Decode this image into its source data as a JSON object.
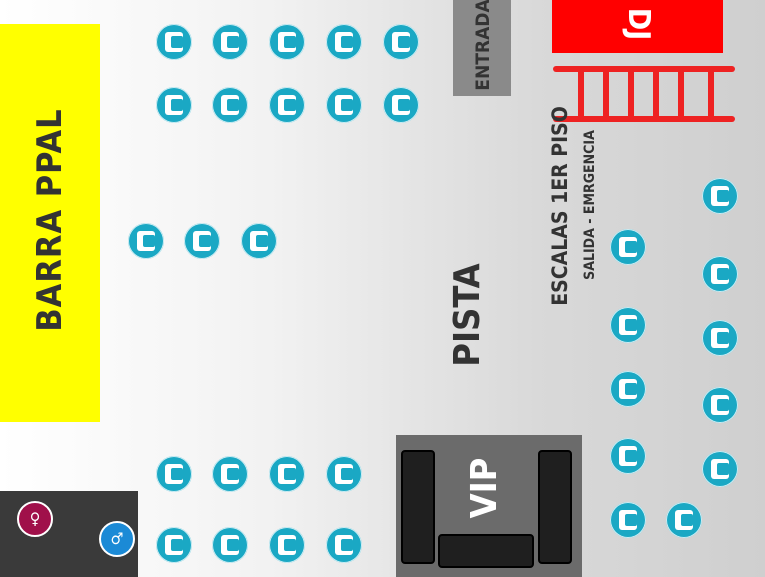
{
  "labels": {
    "barra": "BARRA PPAL",
    "entrada": "ENTRADA",
    "dj": "DJ",
    "escalas": "ESCALAS 1ER PISO",
    "salida": "SALIDA - EMRGENCIA",
    "pista": "PISTA",
    "vip": "VIP"
  },
  "colors": {
    "barra": "#ffff00",
    "dj": "#ff0000",
    "stairs": "#ee2222",
    "table": "#1aa8c4",
    "entrada": "#8a8a8a",
    "vip": "#6b6b6b",
    "women_restroom": "#a0104a",
    "men_restroom": "#1b8ad6"
  },
  "icons": {
    "table": "table-icon",
    "women_restroom": "women-restroom-icon",
    "men_restroom": "men-restroom-icon",
    "stairs": "stairs-icon",
    "sofa": "sofa-icon"
  }
}
